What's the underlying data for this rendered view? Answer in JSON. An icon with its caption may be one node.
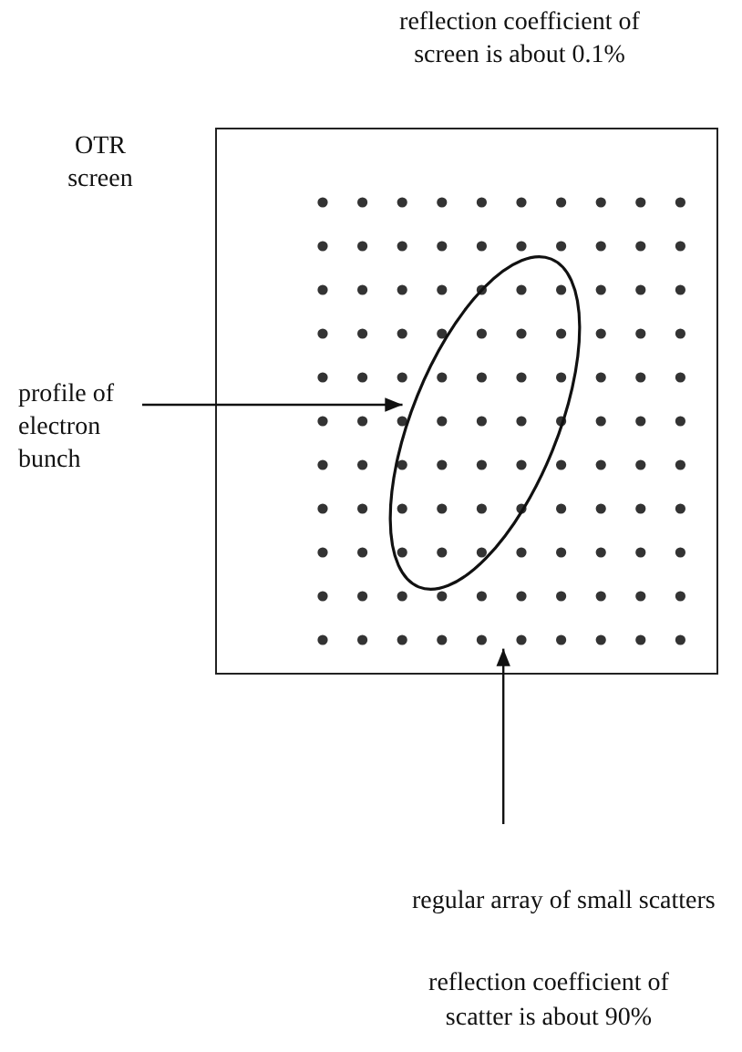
{
  "diagram": {
    "nodes": [
      {
        "text": [
          "OTR screen"
        ],
        "beside": [
          "reflection coefficient of screen is about 0.1%"
        ]
      },
      {
        "text": [],
        "shape": "picture",
        "in": 0
      },
      {
        "text": [],
        "shape": "ellipse",
        "in": 1
      },
      {
        "text": [
          "profile of electron bunch"
        ]
      },
      {
        "text": [
          "regular array of small scatters"
        ]
      }
    ],
    "edges": [
      {
        "from": 3,
        "to": 2,
        "arrow": "to"
      },
      {
        "from": 4,
        "to": 1,
        "arrow": "to"
      }
    ],
    "labels": [
      "reflection coefficient of scatter is about 90%"
    ]
  }
}
